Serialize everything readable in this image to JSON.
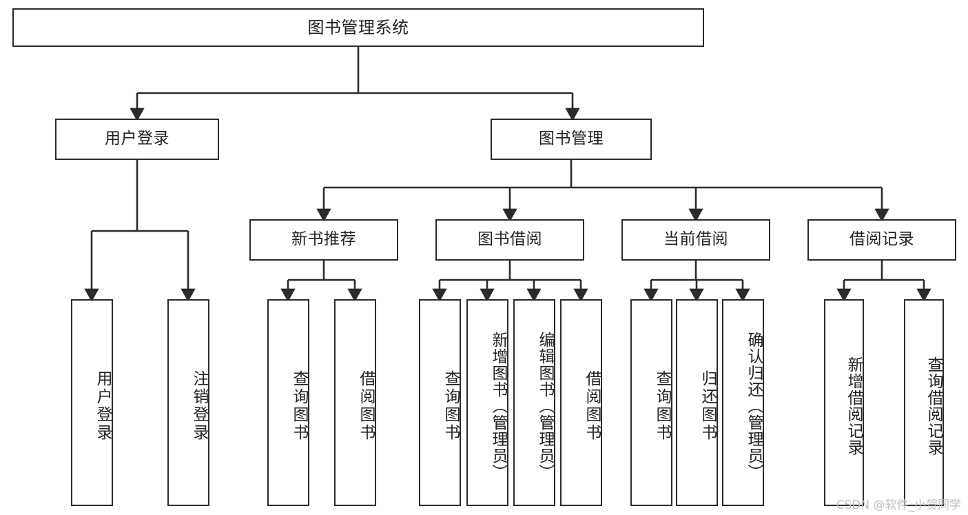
{
  "diagram": {
    "type": "tree-hierarchy-chart",
    "title": "图书管理系统",
    "stroke_color": "#2b2b2b",
    "background_color": "#ffffff",
    "text_color": "#222222",
    "watermark": "CSDN @软件_小贺同学",
    "levels": [
      {
        "level": 1,
        "nodes": [
          {
            "id": "root",
            "label": "图书管理系统"
          }
        ]
      },
      {
        "level": 2,
        "nodes": [
          {
            "id": "user-login",
            "label": "用户登录"
          },
          {
            "id": "book-management",
            "label": "图书管理"
          }
        ]
      },
      {
        "level": 3,
        "nodes": [
          {
            "id": "new-book-recommend",
            "label": "新书推荐"
          },
          {
            "id": "book-borrow",
            "label": "图书借阅"
          },
          {
            "id": "current-borrow",
            "label": "当前借阅"
          },
          {
            "id": "borrow-record",
            "label": "借阅记录"
          }
        ]
      },
      {
        "level": 4,
        "nodes": [
          {
            "id": "leaf-user-login",
            "label": "用户登录",
            "parent": "user-login"
          },
          {
            "id": "leaf-logout",
            "label": "注销登录",
            "parent": "user-login"
          },
          {
            "id": "leaf-query-book-1",
            "label": "查询图书",
            "parent": "new-book-recommend"
          },
          {
            "id": "leaf-borrow-book-1",
            "label": "借阅图书",
            "parent": "new-book-recommend"
          },
          {
            "id": "leaf-query-book-2",
            "label": "查询图书",
            "parent": "book-borrow"
          },
          {
            "id": "leaf-add-book",
            "label": "新增图书（管理员）",
            "parent": "book-borrow"
          },
          {
            "id": "leaf-edit-book",
            "label": "编辑图书（管理员）",
            "parent": "book-borrow"
          },
          {
            "id": "leaf-borrow-book-2",
            "label": "借阅图书",
            "parent": "book-borrow"
          },
          {
            "id": "leaf-query-book-3",
            "label": "查询图书",
            "parent": "current-borrow"
          },
          {
            "id": "leaf-return-book",
            "label": "归还图书",
            "parent": "current-borrow"
          },
          {
            "id": "leaf-confirm-return",
            "label": "确认归还（管理员）",
            "parent": "current-borrow"
          },
          {
            "id": "leaf-add-record",
            "label": "新增借阅记录",
            "parent": "borrow-record"
          },
          {
            "id": "leaf-query-record",
            "label": "查询借阅记录",
            "parent": "borrow-record"
          }
        ]
      }
    ]
  }
}
